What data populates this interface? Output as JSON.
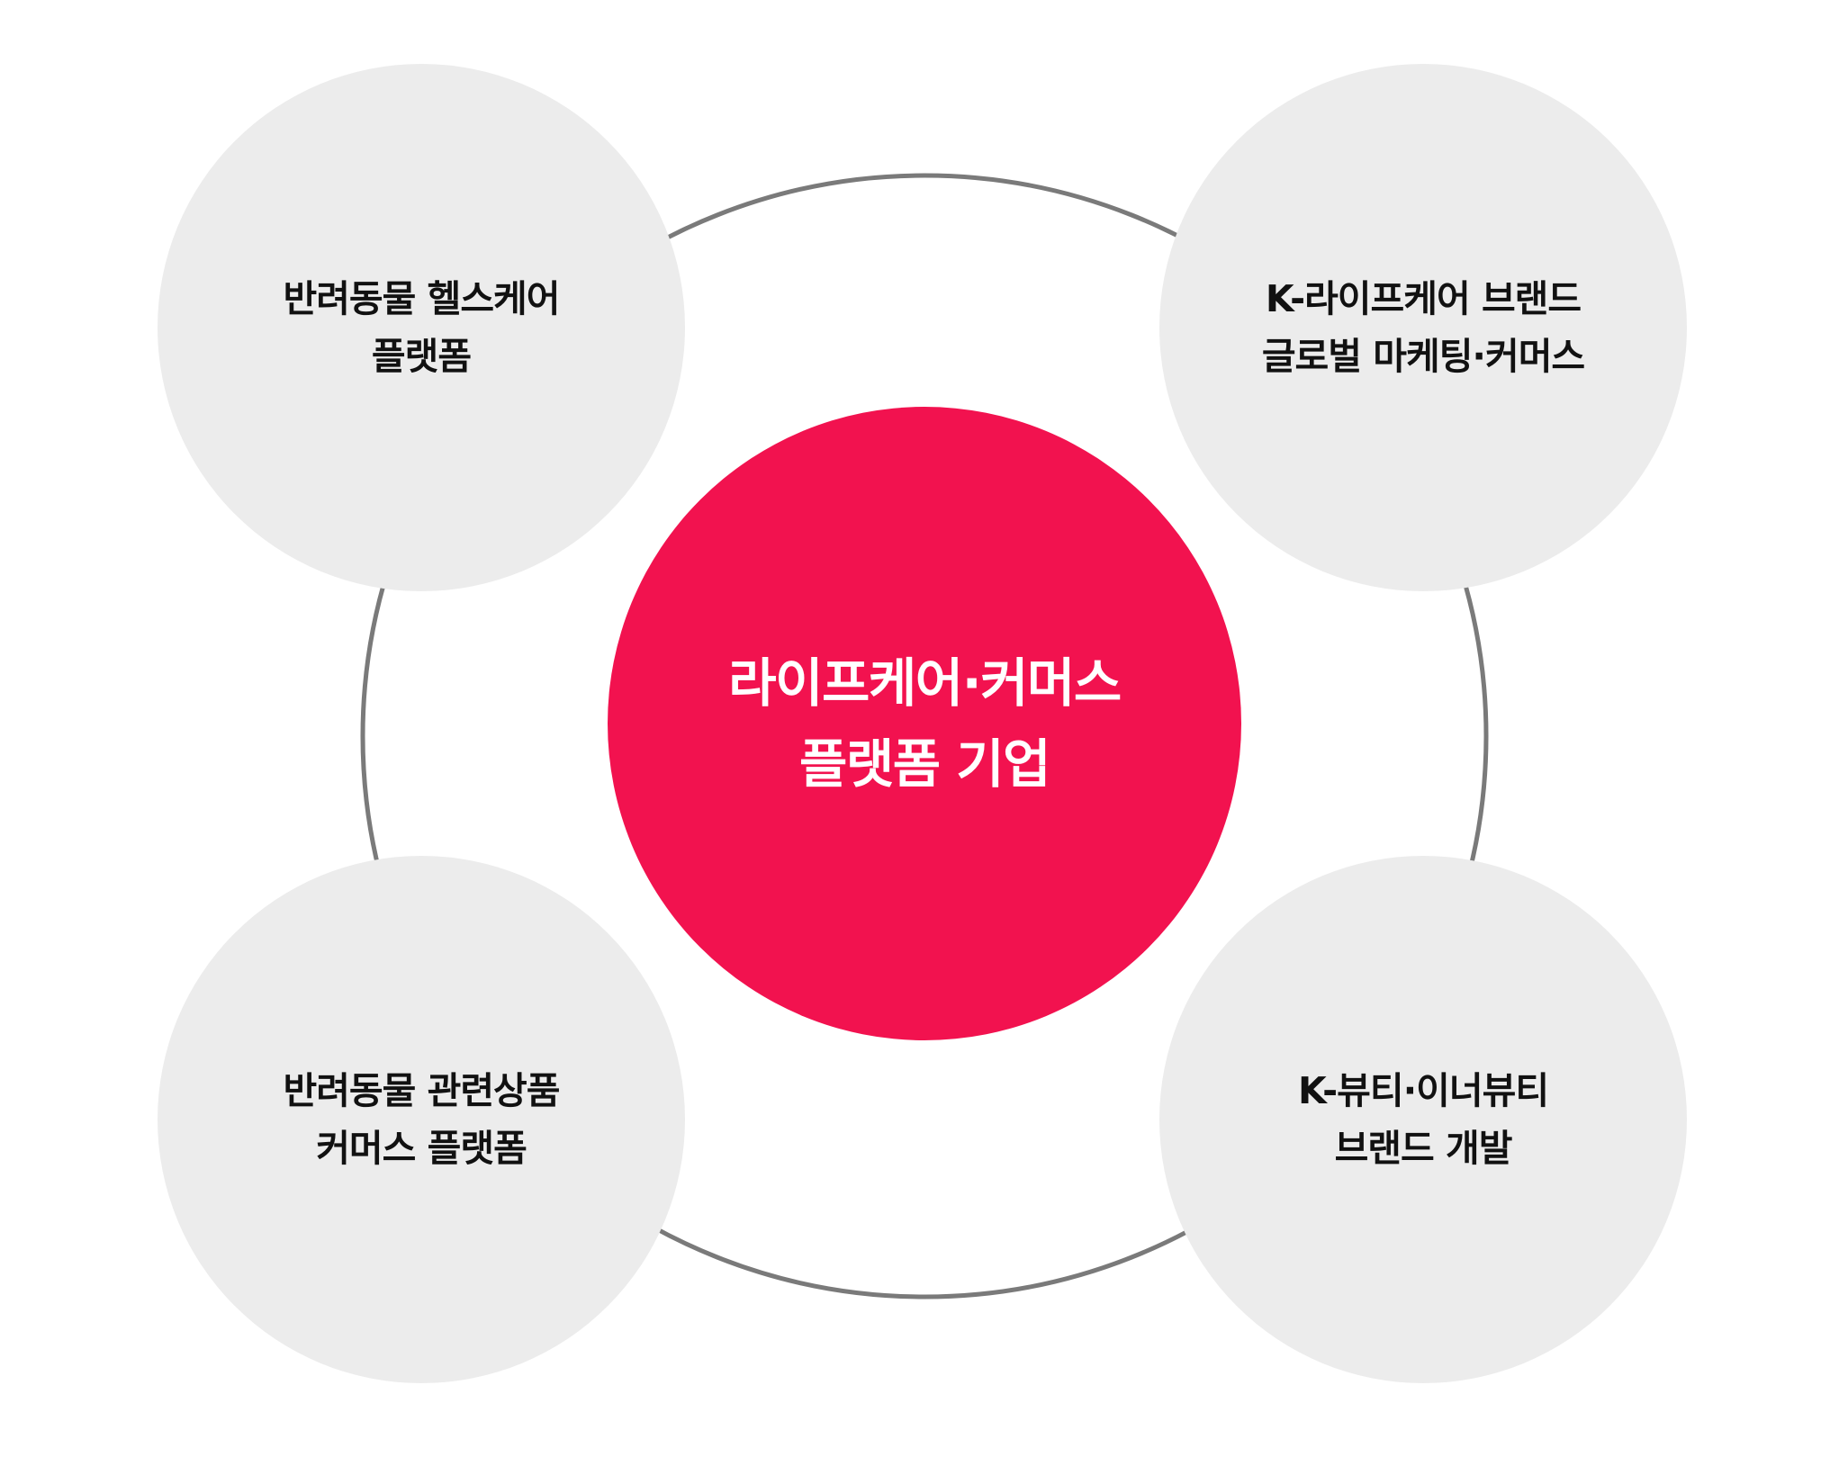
{
  "center": {
    "line1": "라이프케어·커머스",
    "line2": "플랫폼 기업"
  },
  "nodes": {
    "top_left": {
      "line1": "반려동물 헬스케어",
      "line2": "플랫폼"
    },
    "top_right": {
      "line1": "K-라이프케어 브랜드",
      "line2": "글로벌 마케팅·커머스"
    },
    "bottom_left": {
      "line1": "반려동물 관련상품",
      "line2": "커머스 플랫폼"
    },
    "bottom_right": {
      "line1": "K-뷰티·이너뷰티",
      "line2": "브랜드 개발"
    }
  },
  "colors": {
    "center_fill": "#f2124f",
    "node_fill": "#ececec",
    "ring_stroke": "#7a7a7a",
    "node_text": "#111111",
    "center_text": "#ffffff"
  }
}
